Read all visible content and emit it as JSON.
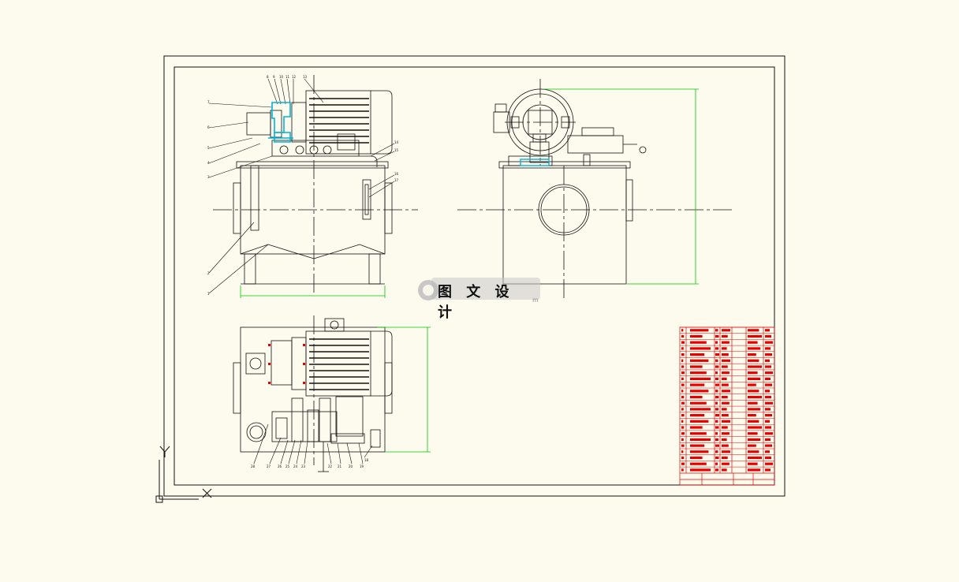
{
  "watermark": {
    "text": "图 文 设 计",
    "suffix": "m"
  },
  "ucs": {
    "x_label": "X",
    "y_label": "Y"
  },
  "colors": {
    "background": "#fdfbee",
    "line": "#111111",
    "dimension": "#00c800",
    "highlight": "#00b4d8",
    "title_block": "#e60000"
  }
}
